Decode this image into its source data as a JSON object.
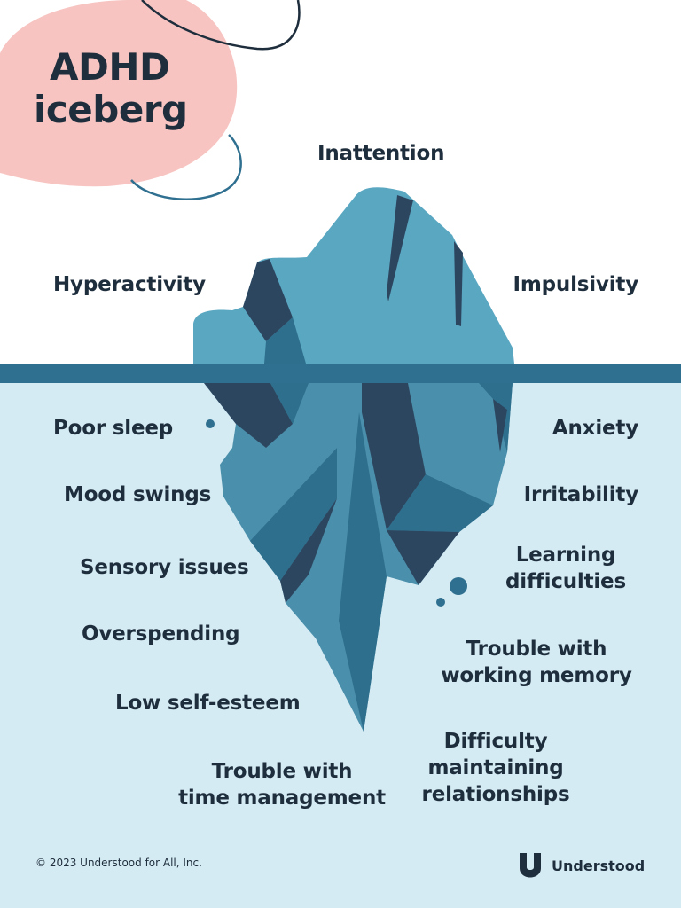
{
  "title": {
    "line1": "ADHD",
    "line2": "iceberg"
  },
  "above_water": {
    "top": "Inattention",
    "left": "Hyperactivity",
    "right": "Impulsivity"
  },
  "below_water": {
    "left": [
      "Poor sleep",
      "Mood swings",
      "Sensory issues",
      "Overspending",
      "Low self-esteem"
    ],
    "right": [
      "Anxiety",
      "Irritability"
    ],
    "learning": [
      "Learning",
      "difficulties"
    ],
    "working_memory": [
      "Trouble with",
      "working memory"
    ],
    "time_management": [
      "Trouble with",
      "time management"
    ],
    "relationships": [
      "Difficulty",
      "maintaining",
      "relationships"
    ]
  },
  "footer": {
    "copyright": "© 2023 Understood for All, Inc.",
    "brand": "Understood",
    "logo_icon": "understood-u-logo-icon"
  },
  "colors": {
    "sky": "#ffffff",
    "sea": "#d4ebf3",
    "waterline": "#2f6f8f",
    "ice_light": "#5aa7c2",
    "ice_mid": "#4a8fab",
    "ice_dark": "#2e6f8d",
    "ice_navy": "#2d4660",
    "blob": "#f7c4c1",
    "text": "#1f2e3d"
  }
}
